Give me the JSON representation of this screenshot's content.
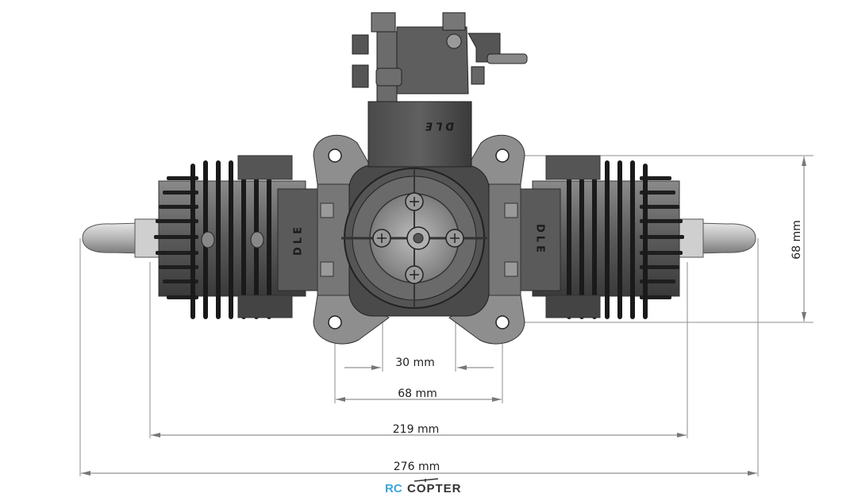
{
  "dimensions": {
    "bolt_spacing": "30 mm",
    "mount_width": "68 mm",
    "mount_height": "68 mm",
    "cylinder_span": "219 mm",
    "overall_length": "276 mm"
  },
  "engine": {
    "brand_left": "DLE",
    "brand_right": "DLE",
    "brand_top": "DLE"
  },
  "watermark": {
    "part_rc": "RC",
    "part_copter": "COPTER"
  },
  "colors": {
    "engine_dark": "#3c3c3c",
    "engine_mid": "#6e6e6e",
    "engine_light": "#a9a9a9",
    "fin": "#1e1e1e",
    "logo_blue": "#3ea6d9",
    "logo_dark": "#333333"
  }
}
